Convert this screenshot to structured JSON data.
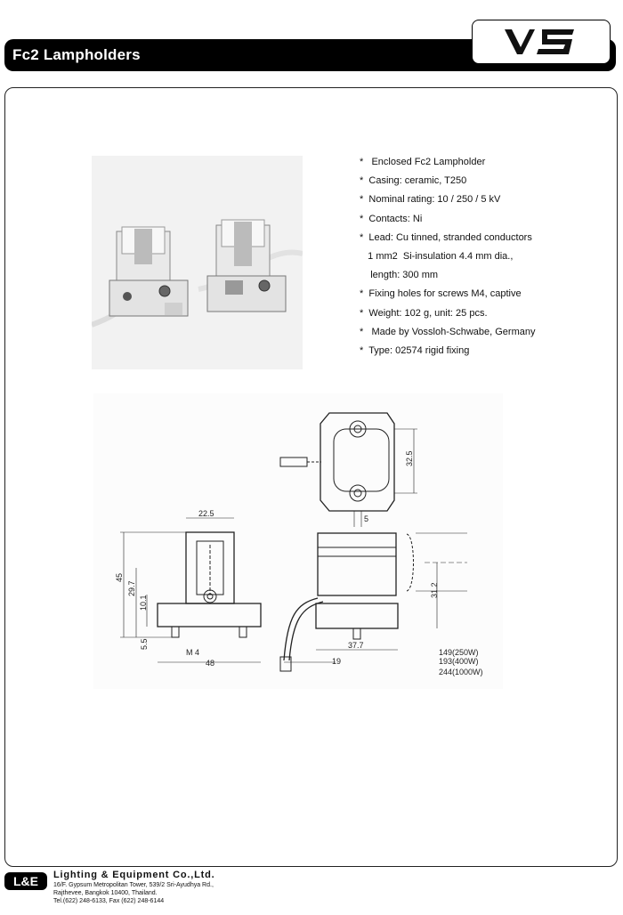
{
  "header": {
    "title": "Fc2 Lampholders",
    "logo_text": "VS"
  },
  "specs": [
    "*   Enclosed Fc2 Lampholder",
    "*  Casing: ceramic, T250",
    "*  Nominal rating: 10 / 250 / 5 kV",
    "*  Contacts: Ni",
    "*  Lead: Cu tinned, stranded conductors",
    "   1 mm2  Si-insulation 4.4 mm dia.,",
    "    length: 300 mm",
    "*  Fixing holes for screws M4, captive",
    "*  Weight: 102 g, unit: 25 pcs.",
    "*   Made by Vossloh-Schwabe, Germany",
    "*  Type: 02574 rigid fixing"
  ],
  "drawing": {
    "dim_top_height": "32.5",
    "dim_top_hole": "5",
    "dim_front_width": "22.5",
    "dim_total_height": "45",
    "dim_mid_height": "29.7",
    "dim_base_height": "10.1",
    "dim_screw": "5.5",
    "dim_thread": "M 4",
    "dim_base_width": "48",
    "dim_side_height": "31.2",
    "dim_side_width": "37.7",
    "dim_lead_offset": "19",
    "dim_wattage_1": "149(250W)",
    "dim_wattage_2": "193(400W)",
    "dim_wattage_3": "244(1000W)"
  },
  "footer": {
    "badge": "L&E",
    "company": "Lighting  & Equipment  Co.,Ltd.",
    "address_1": "16/F. Gypsum Metropolitan Tower, 539/2 Sri-Ayudhya Rd.,",
    "address_2": "Rajthevee, Bangkok 10400, Thailand.",
    "contact": "Tel.(622) 248-6133, Fax (622) 248-6144"
  }
}
